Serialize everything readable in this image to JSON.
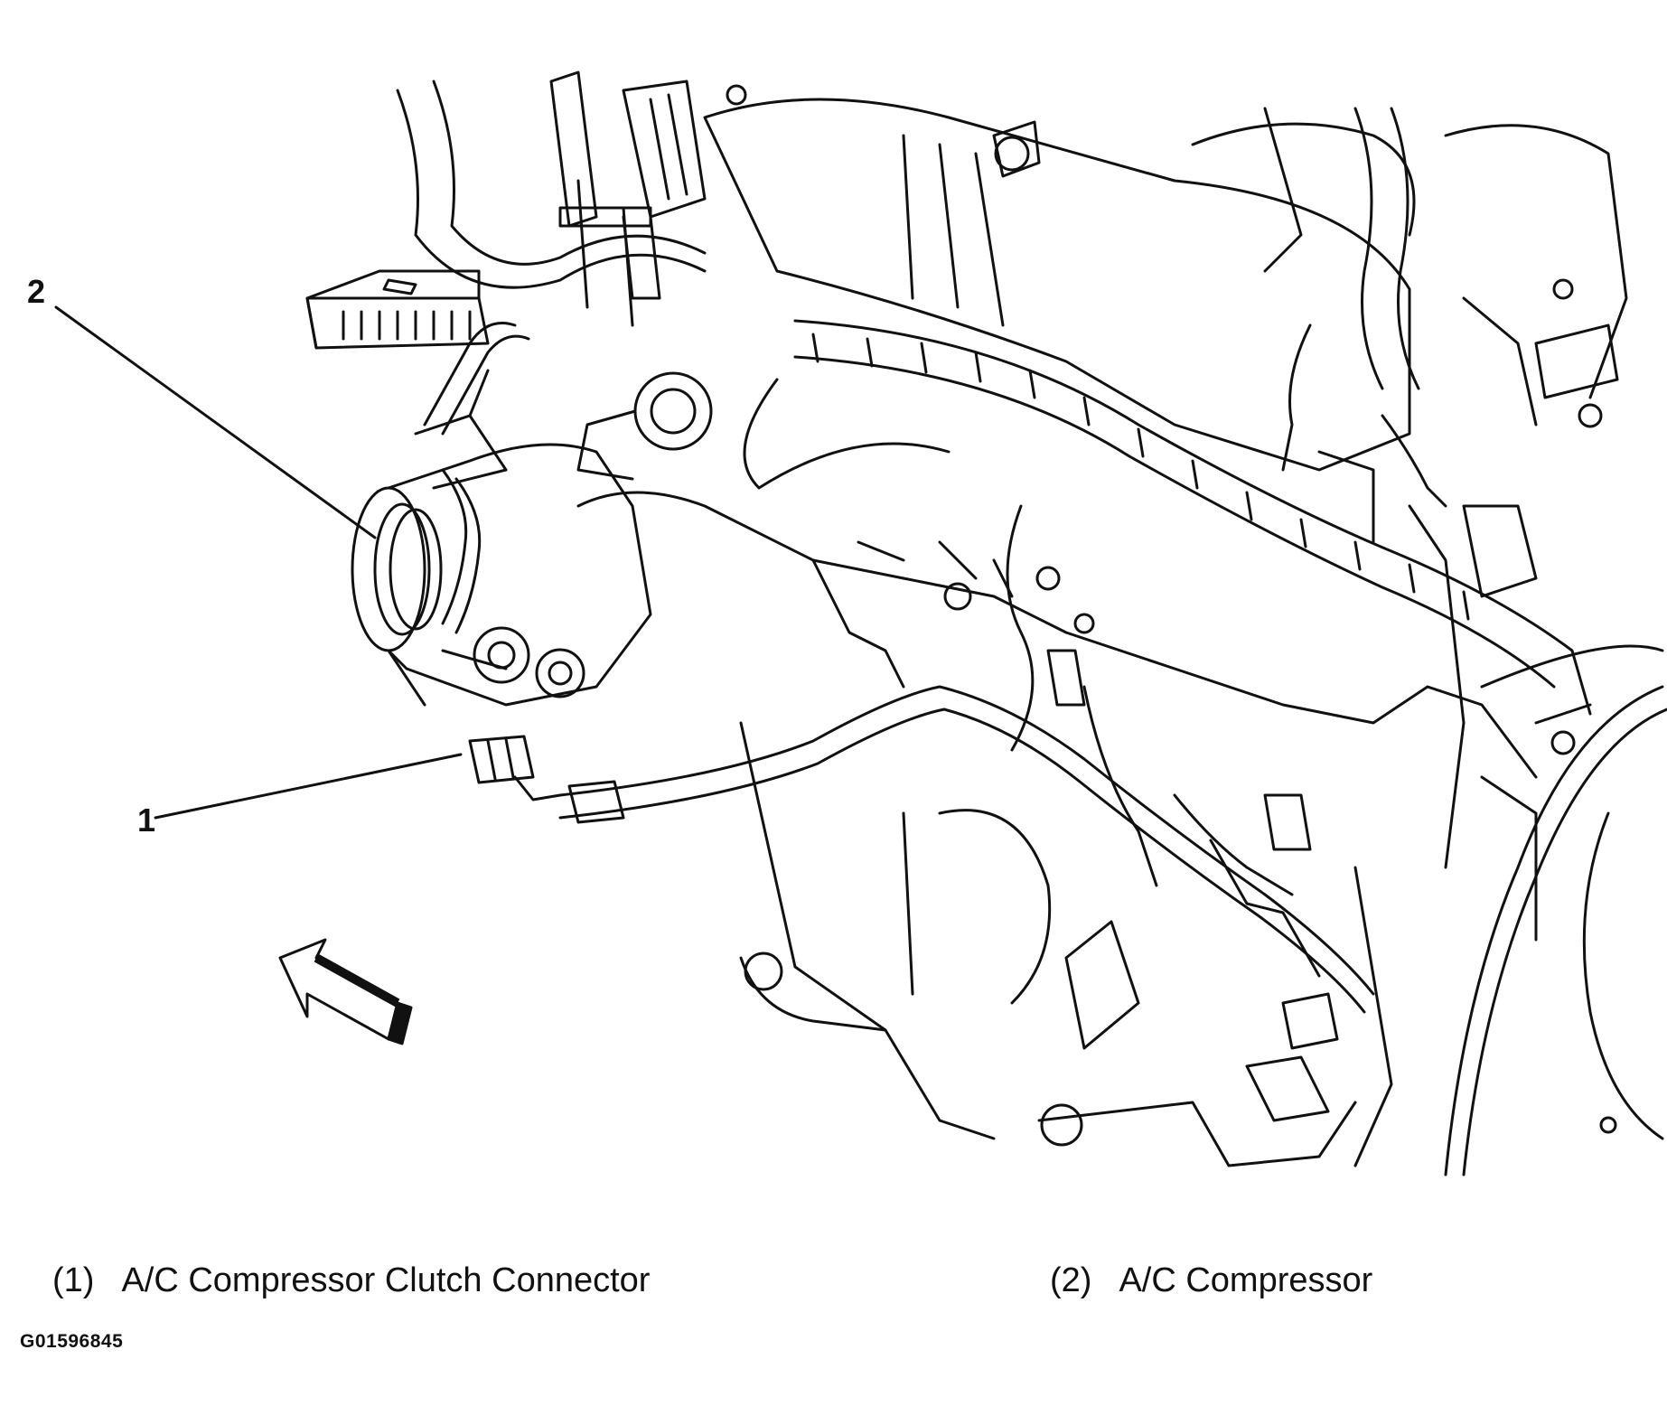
{
  "callouts": [
    {
      "number": "1",
      "marker": "(1)",
      "label": "A/C Compressor Clutch Connector"
    },
    {
      "number": "2",
      "marker": "(2)",
      "label": "A/C Compressor"
    }
  ],
  "figure_id": "G01596845",
  "colors": {
    "line": "#111111",
    "background": "#ffffff"
  },
  "icons": [
    "view-direction-arrow-icon"
  ]
}
